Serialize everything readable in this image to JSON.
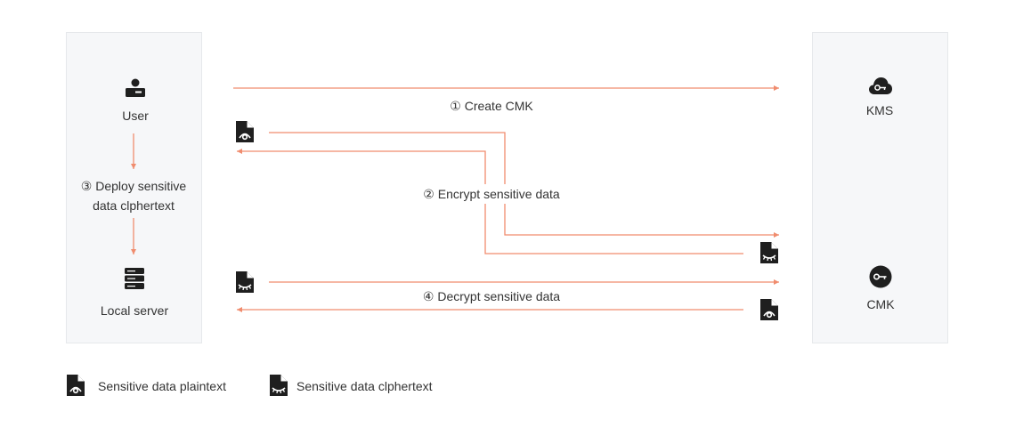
{
  "actors": {
    "user": "User",
    "local_server": "Local server",
    "kms": "KMS",
    "cmk": "CMK"
  },
  "steps": {
    "create": "① Create CMK",
    "encrypt": "② Encrypt sensitive data",
    "deploy_line1": "③ Deploy sensitive",
    "deploy_line2": "data clphertext",
    "decrypt": "④ Decrypt sensitive data"
  },
  "legend": {
    "plaintext": "Sensitive data plaintext",
    "ciphertext": "Sensitive data clphertext"
  },
  "colors": {
    "arrow": "#f08c6e",
    "icon": "#1f1f1f",
    "panel": "#f6f7f9"
  }
}
